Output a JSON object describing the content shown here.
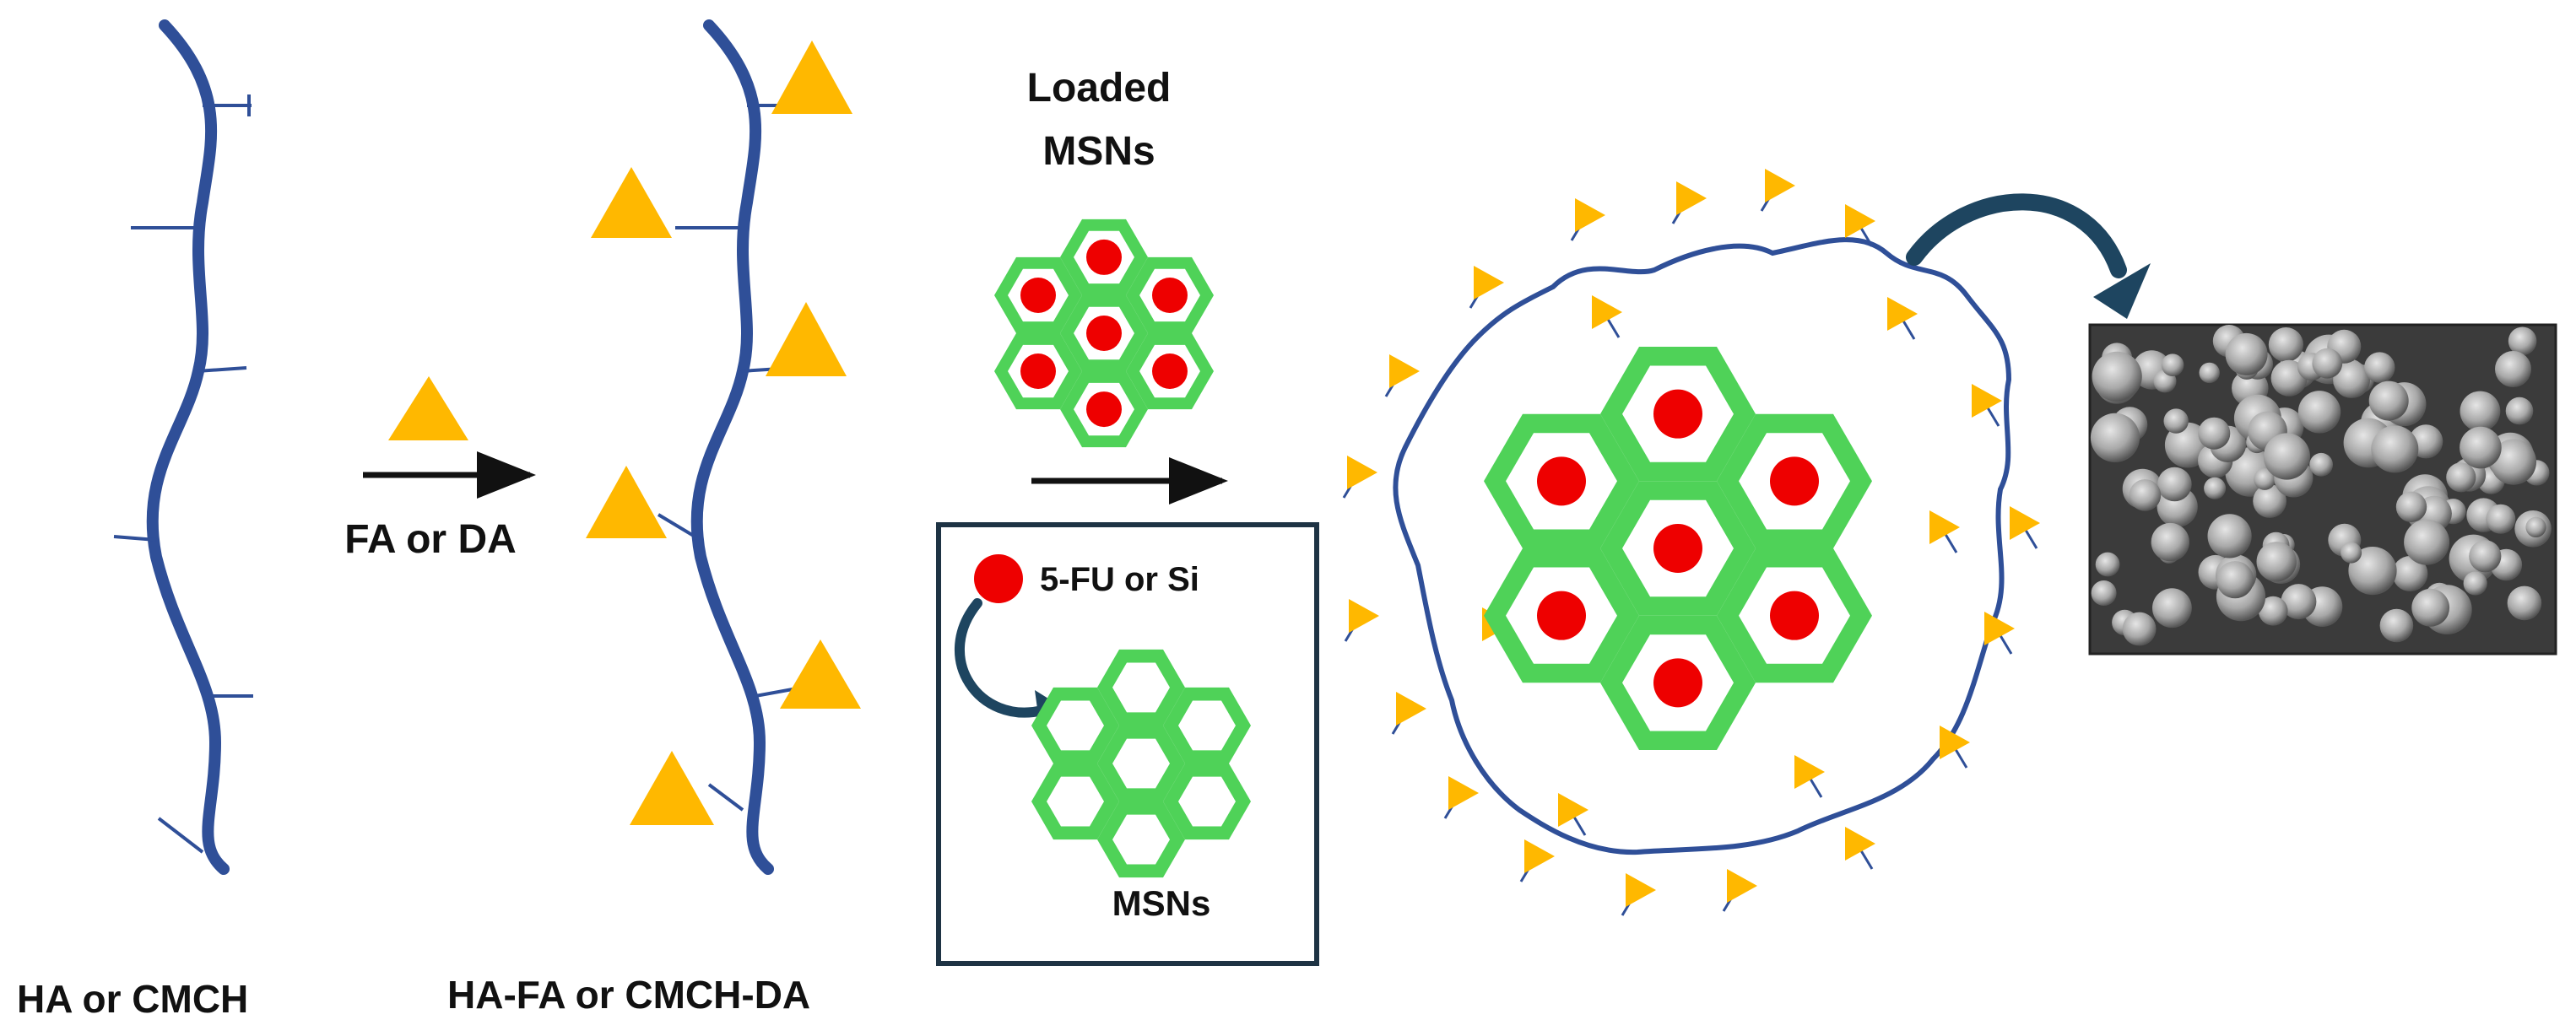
{
  "labels": {
    "polymer": "HA or CMCH",
    "reagent": "FA or DA",
    "conjugate": "HA-FA or CMCH-DA",
    "loaded_title_line1": "Loaded",
    "loaded_title_line2": "MSNs",
    "drug": "5-FU or Si",
    "empty_msn": "MSNs"
  },
  "colors": {
    "polymer_chain": "#2f4f98",
    "ligand": "#ffb800",
    "silica_hexagon": "#4fd258",
    "drug_dot": "#ee0000",
    "curved_arrow": "#1e4560",
    "sem_background": "#404040",
    "sem_particle": "#b0b0b0"
  },
  "icons": {
    "reaction_arrow": "right-arrow-icon",
    "loading_arrow": "curved-arrow-icon",
    "sem_arrow": "curved-arrow-icon"
  }
}
